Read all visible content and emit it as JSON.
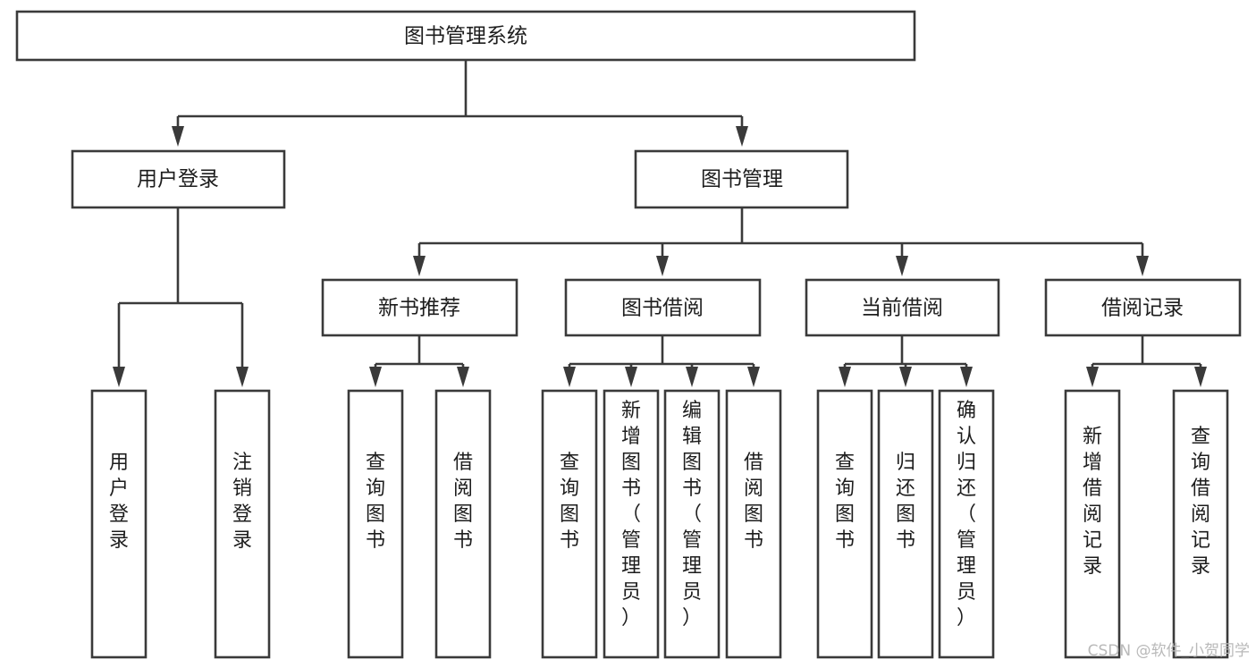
{
  "diagram": {
    "type": "tree",
    "title": "图书管理系统",
    "orientation": "top-down",
    "colors": {
      "stroke": "#3a3a3a",
      "box_fill": "#ffffff",
      "text": "#1d1d1d",
      "background": "#ffffff",
      "watermark": "#b9b9b9"
    },
    "root": {
      "label": "图书管理系统"
    },
    "level2": [
      {
        "label": "用户登录"
      },
      {
        "label": "图书管理"
      }
    ],
    "level3": [
      {
        "label": "新书推荐"
      },
      {
        "label": "图书借阅"
      },
      {
        "label": "当前借阅"
      },
      {
        "label": "借阅记录"
      }
    ],
    "leaves": {
      "user_login": [
        {
          "label": "用户登录",
          "lines": [
            "用",
            "户",
            "登",
            "录"
          ]
        },
        {
          "label": "注销登录",
          "lines": [
            "注",
            "销",
            "登",
            "录"
          ]
        }
      ],
      "new_book_recommend": [
        {
          "label": "查询图书",
          "lines": [
            "查",
            "询",
            "图",
            "书"
          ]
        },
        {
          "label": "借阅图书",
          "lines": [
            "借",
            "阅",
            "图",
            "书"
          ]
        }
      ],
      "book_borrow": [
        {
          "label": "查询图书",
          "lines": [
            "查",
            "询",
            "图",
            "书"
          ]
        },
        {
          "label": "新增图书（管理员）",
          "lines": [
            "新",
            "增",
            "图",
            "书",
            "（",
            "管",
            "理",
            "员",
            "）"
          ]
        },
        {
          "label": "编辑图书（管理员）",
          "lines": [
            "编",
            "辑",
            "图",
            "书",
            "（",
            "管",
            "理",
            "员",
            "）"
          ]
        },
        {
          "label": "借阅图书",
          "lines": [
            "借",
            "阅",
            "图",
            "书"
          ]
        }
      ],
      "current_borrow": [
        {
          "label": "查询图书",
          "lines": [
            "查",
            "询",
            "图",
            "书"
          ]
        },
        {
          "label": "归还图书",
          "lines": [
            "归",
            "还",
            "图",
            "书"
          ]
        },
        {
          "label": "确认归还（管理员）",
          "lines": [
            "确",
            "认",
            "归",
            "还",
            "（",
            "管",
            "理",
            "员",
            "）"
          ]
        }
      ],
      "borrow_record": [
        {
          "label": "新增借阅记录",
          "lines": [
            "新",
            "增",
            "借",
            "阅",
            "记",
            "录"
          ]
        },
        {
          "label": "查询借阅记录",
          "lines": [
            "查",
            "询",
            "借",
            "阅",
            "记",
            "录"
          ]
        }
      ]
    },
    "watermark": "CSDN @软件_小贺同学"
  }
}
